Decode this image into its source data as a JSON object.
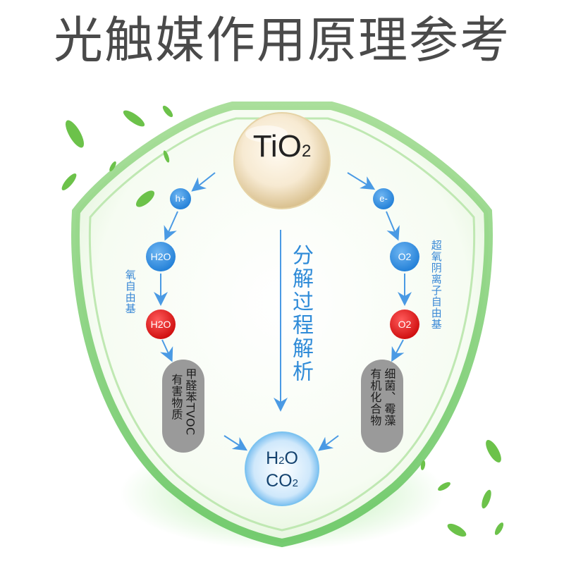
{
  "title": "光触媒作用原理参考",
  "catalyst": {
    "main": "TiO",
    "sub": "2"
  },
  "left_path": {
    "particle": "h+",
    "reactant": "H2O",
    "radical": "H2O",
    "radical_label": "氧自由基",
    "target_label_col1": "甲醛苯TVOC",
    "target_label_col2": "有害物质"
  },
  "right_path": {
    "particle": "e-",
    "reactant": "O2",
    "radical": "O2",
    "radical_label": "超氧阴离子自由基",
    "target_label_col1": "细菌、霉藻",
    "target_label_col2": "有机化合物"
  },
  "center_label": "分解过程解析",
  "product": {
    "line1_main": "H",
    "line1_sub": "2",
    "line1_rest": "O",
    "line2_main": "CO",
    "line2_sub": "2"
  },
  "colors": {
    "title": "#4a4a4a",
    "blue_node": "#2f8fe0",
    "red_node": "#e01818",
    "shield_green": "#7ccf6a",
    "label_blue": "#3a88d6",
    "pill_gray": "#9a9a9a"
  }
}
